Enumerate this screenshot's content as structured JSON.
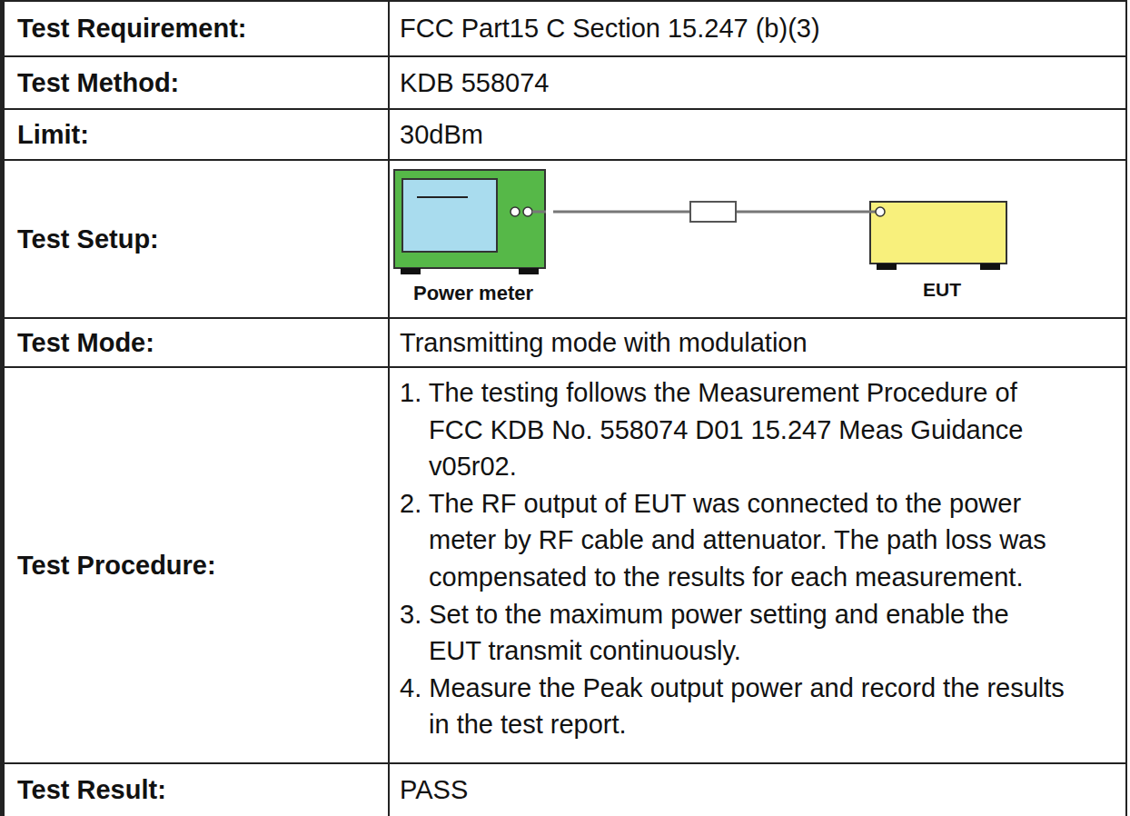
{
  "diagram": {
    "nodes": [
      {
        "text": [
          "Power meter"
        ]
      },
      {
        "text": [
          "EUT"
        ]
      }
    ],
    "edges": [
      {
        "from": 0,
        "to": 1,
        "arrow": "none"
      }
    ],
    "labels": [
      "Test Requirement:",
      "FCC Part15 C Section 15.247 (b)(3)",
      "Test Method:",
      "KDB 558074",
      "Limit:",
      "30dBm",
      "Test Setup:",
      "Test Mode:",
      "Transmitting mode with modulation",
      "Test Procedure:",
      "1. The testing follows the Measurement Procedure of FCC KDB No. 558074 D01 15.247 Meas Guidance v05r02.",
      "2. The RF output of EUT was connected to the power meter by RF cable and attenuator. The path loss was compensated to the results for each measurement.",
      "3. Set to the maximum power setting and enable the EUT transmit continuously.",
      "4. Measure the Peak output power and record the results in the test report.",
      "Test Result:",
      "PASS"
    ]
  }
}
